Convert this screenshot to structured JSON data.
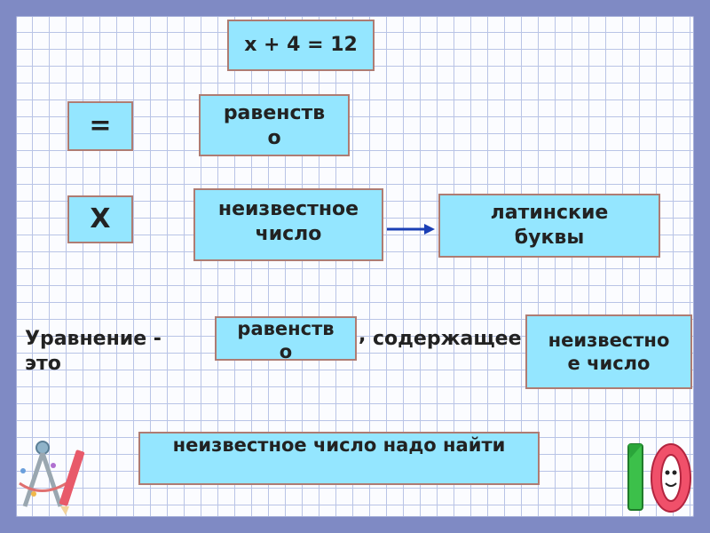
{
  "equation": "x + 4 = 12",
  "row1": {
    "symbol": "=",
    "meaning": "равенство"
  },
  "row2": {
    "symbol": "Х",
    "meaning": "неизвестное число",
    "target": "латинские буквы"
  },
  "definition": {
    "lead": "Уравнение - это",
    "box1": "равенство",
    "comma": ",",
    "middle": "содержащее",
    "box2": "неизвестное число"
  },
  "conclusion": "неизвестное число надо найти",
  "badge": {
    "text": "10"
  },
  "colors": {
    "box_fill": "#94e6ff",
    "box_border": "#ae7c73",
    "arrow": "#1a3fb5",
    "frame": "#7f8ac4"
  },
  "icons": {
    "arrow": "right-arrow-icon",
    "compass": "compass-pencil-icon",
    "number": "number-ten-icon"
  }
}
